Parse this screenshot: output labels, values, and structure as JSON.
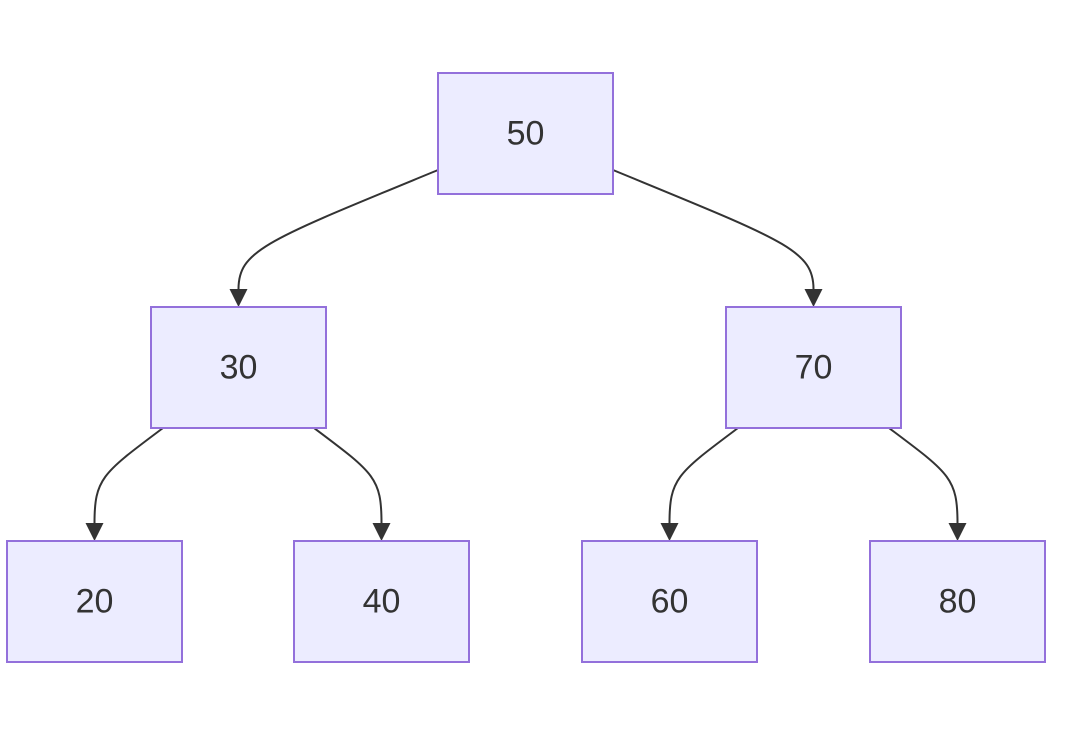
{
  "nodes": [
    {
      "id": "n50",
      "label": "50"
    },
    {
      "id": "n30",
      "label": "30"
    },
    {
      "id": "n70",
      "label": "70"
    },
    {
      "id": "n20",
      "label": "20"
    },
    {
      "id": "n40",
      "label": "40"
    },
    {
      "id": "n60",
      "label": "60"
    },
    {
      "id": "n80",
      "label": "80"
    }
  ],
  "edges": [
    {
      "from": "n50",
      "to": "n30"
    },
    {
      "from": "n50",
      "to": "n70"
    },
    {
      "from": "n30",
      "to": "n20"
    },
    {
      "from": "n30",
      "to": "n40"
    },
    {
      "from": "n70",
      "to": "n60"
    },
    {
      "from": "n70",
      "to": "n80"
    }
  ],
  "colors": {
    "node_fill": "#ececff",
    "node_stroke": "#9370db",
    "edge": "#333333",
    "text": "#333333"
  }
}
